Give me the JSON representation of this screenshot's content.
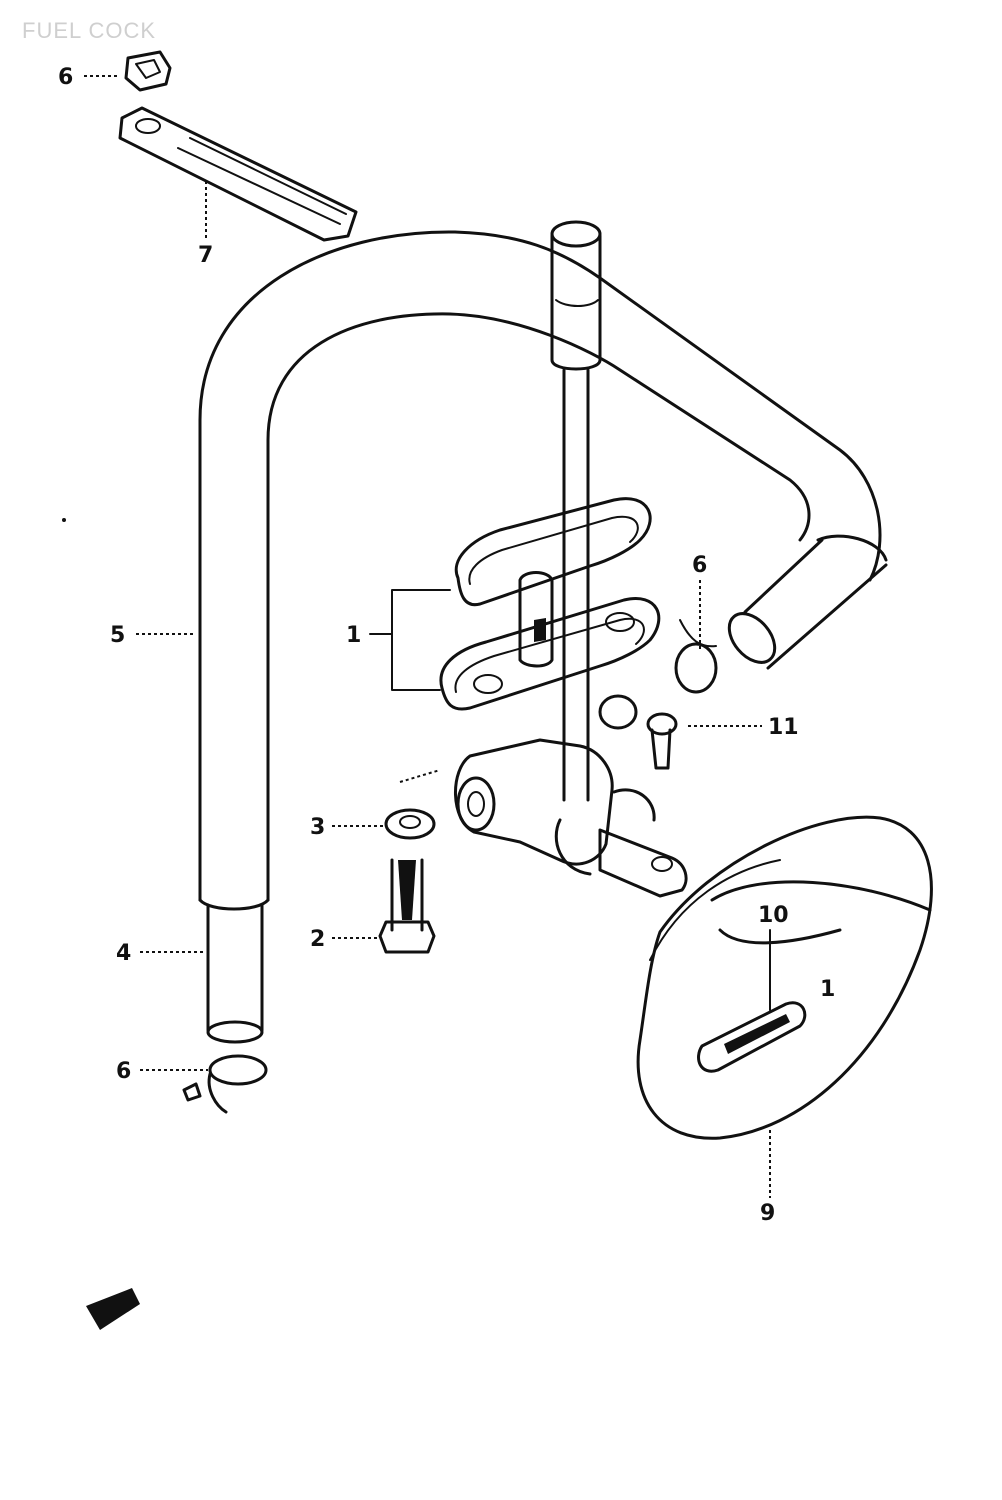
{
  "title": "FUEL COCK",
  "callouts": {
    "c1": "1",
    "c1b": "1",
    "c2": "2",
    "c3": "3",
    "c4": "4",
    "c5": "5",
    "c6a": "6",
    "c6b": "6",
    "c6c": "6",
    "c7": "7",
    "c9": "9",
    "c10": "10",
    "c11": "11"
  }
}
